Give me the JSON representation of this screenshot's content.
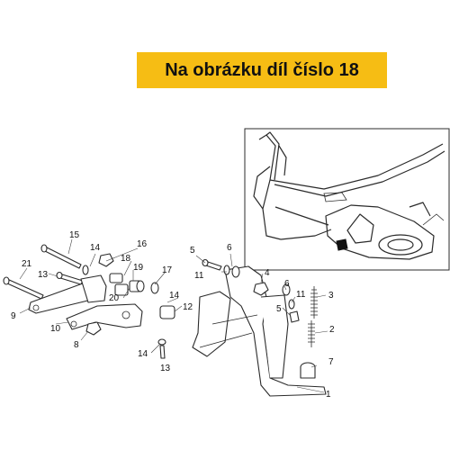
{
  "banner": {
    "text": "Na obrázku díl číslo 18",
    "color": "#f6bd14"
  },
  "callouts": [
    "1",
    "2",
    "3",
    "4",
    "5",
    "6",
    "7",
    "8",
    "9",
    "10",
    "11",
    "12",
    "13",
    "14",
    "15",
    "16",
    "17",
    "18",
    "19",
    "20",
    "21"
  ]
}
